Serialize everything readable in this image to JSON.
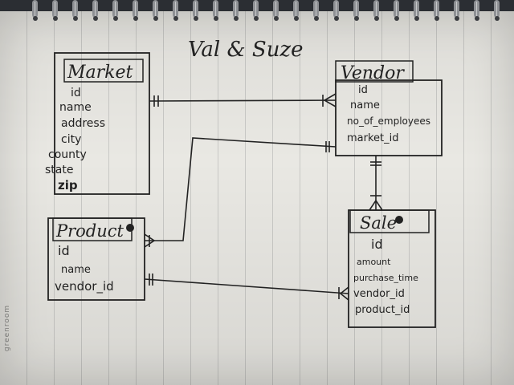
{
  "title": "Val & Suze",
  "brand": "greenroom",
  "entities": {
    "market": {
      "name": "Market",
      "fields": [
        "id",
        "name",
        "address",
        "city",
        "county",
        "state",
        "zip"
      ]
    },
    "vendor": {
      "name": "Vendor",
      "fields": [
        "id",
        "name",
        "no_of_employees",
        "market_id"
      ]
    },
    "product": {
      "name": "Product",
      "fields": [
        "id",
        "name",
        "vendor_id"
      ]
    },
    "sale": {
      "name": "Sale",
      "fields": [
        "id",
        "amount",
        "purchase_time",
        "vendor_id",
        "product_id"
      ]
    }
  },
  "relationships": [
    {
      "from": "Market",
      "to": "Vendor",
      "from_cardinality": "one-and-only-one",
      "to_cardinality": "one-or-many"
    },
    {
      "from": "Vendor",
      "to": "Product",
      "from_cardinality": "one-and-only-one",
      "to_cardinality": "one-or-many"
    },
    {
      "from": "Vendor",
      "to": "Sale",
      "from_cardinality": "one-and-only-one",
      "to_cardinality": "one-or-many"
    },
    {
      "from": "Product",
      "to": "Sale",
      "from_cardinality": "one-and-only-one",
      "to_cardinality": "one-or-many"
    }
  ],
  "colors": {
    "ink": "#222222",
    "paper": "#e9e8e3",
    "background": "#2b2e33"
  }
}
